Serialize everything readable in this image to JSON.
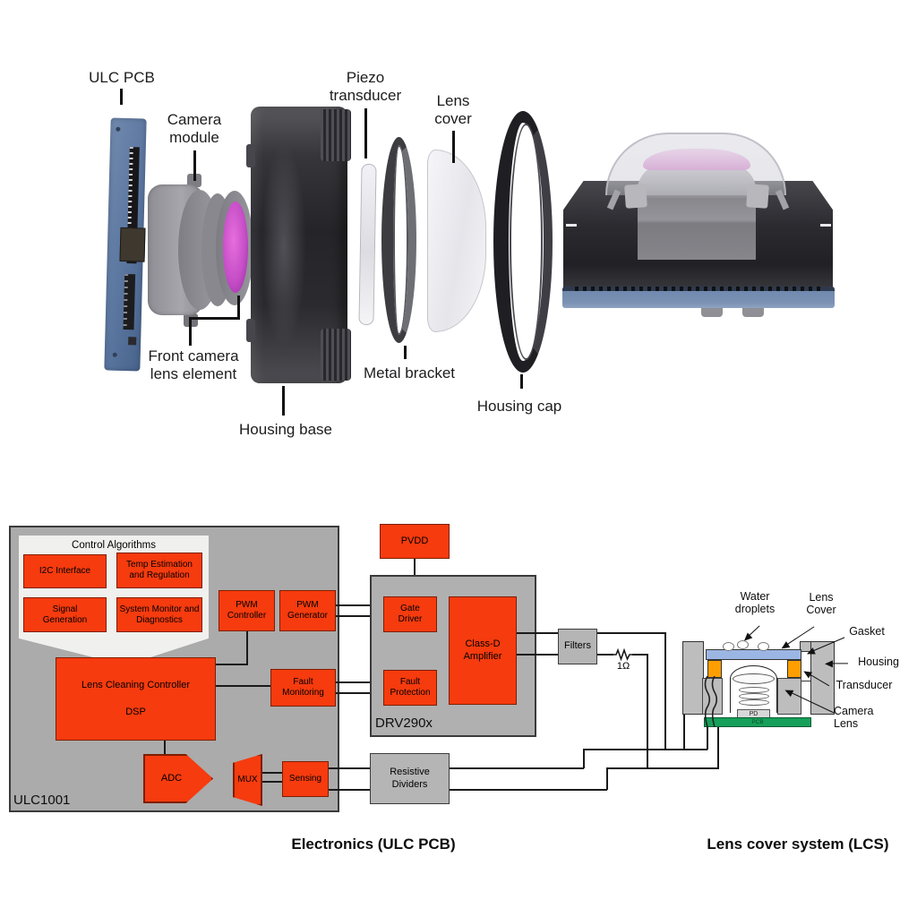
{
  "exploded_view": {
    "labels": {
      "ulc_pcb": "ULC PCB",
      "camera_module": "Camera module",
      "piezo_transducer": "Piezo transducer",
      "lens_cover": "Lens cover",
      "front_camera_lens": "Front camera lens element",
      "metal_bracket": "Metal bracket",
      "housing_base": "Housing base",
      "housing_cap": "Housing cap"
    }
  },
  "block_diagram": {
    "ulc1001": {
      "name": "ULC1001",
      "control_algorithms": {
        "title": "Control Algorithms",
        "blocks": [
          "I2C Interface",
          "Temp Estimation and Regulation",
          "Signal Generation",
          "System Monitor and Diagnostics"
        ]
      },
      "pwm_controller": "PWM Controller",
      "pwm_generator": "PWM Generator",
      "dsp_line1": "Lens Cleaning Controller",
      "dsp_line2": "DSP",
      "fault_monitoring": "Fault Monitoring",
      "adc": "ADC",
      "mux": "MUX",
      "sensing": "Sensing"
    },
    "pvdd": "PVDD",
    "drv290x": {
      "name": "DRV290x",
      "gate_driver": "Gate Driver",
      "fault_protection": "Fault Protection",
      "class_d_amplifier": "Class-D Amplifier"
    },
    "filters": "Filters",
    "resistor_value": "1Ω",
    "resistive_dividers": "Resistive Dividers"
  },
  "lcs": {
    "labels": {
      "water_droplets": "Water droplets",
      "lens_cover": "Lens Cover",
      "gasket": "Gasket",
      "housing": "Housing",
      "transducer": "Transducer",
      "camera_lens": "Camera Lens",
      "pd": "PD",
      "pcb": "PCB"
    }
  },
  "captions": {
    "electronics": "Electronics (ULC PCB)",
    "lens_cover_system": "Lens cover system (LCS)"
  },
  "colors": {
    "accent_red": "#f63b0e",
    "block_gray": "#ababab",
    "callout_gray": "#f0f1ee",
    "pcb_green": "#16a05a",
    "transducer_orange": "#ff9e00",
    "cover_blue": "#9cb6e4",
    "board_blue": "#5e7ca8",
    "lens_magenta": "#c94fd1"
  }
}
